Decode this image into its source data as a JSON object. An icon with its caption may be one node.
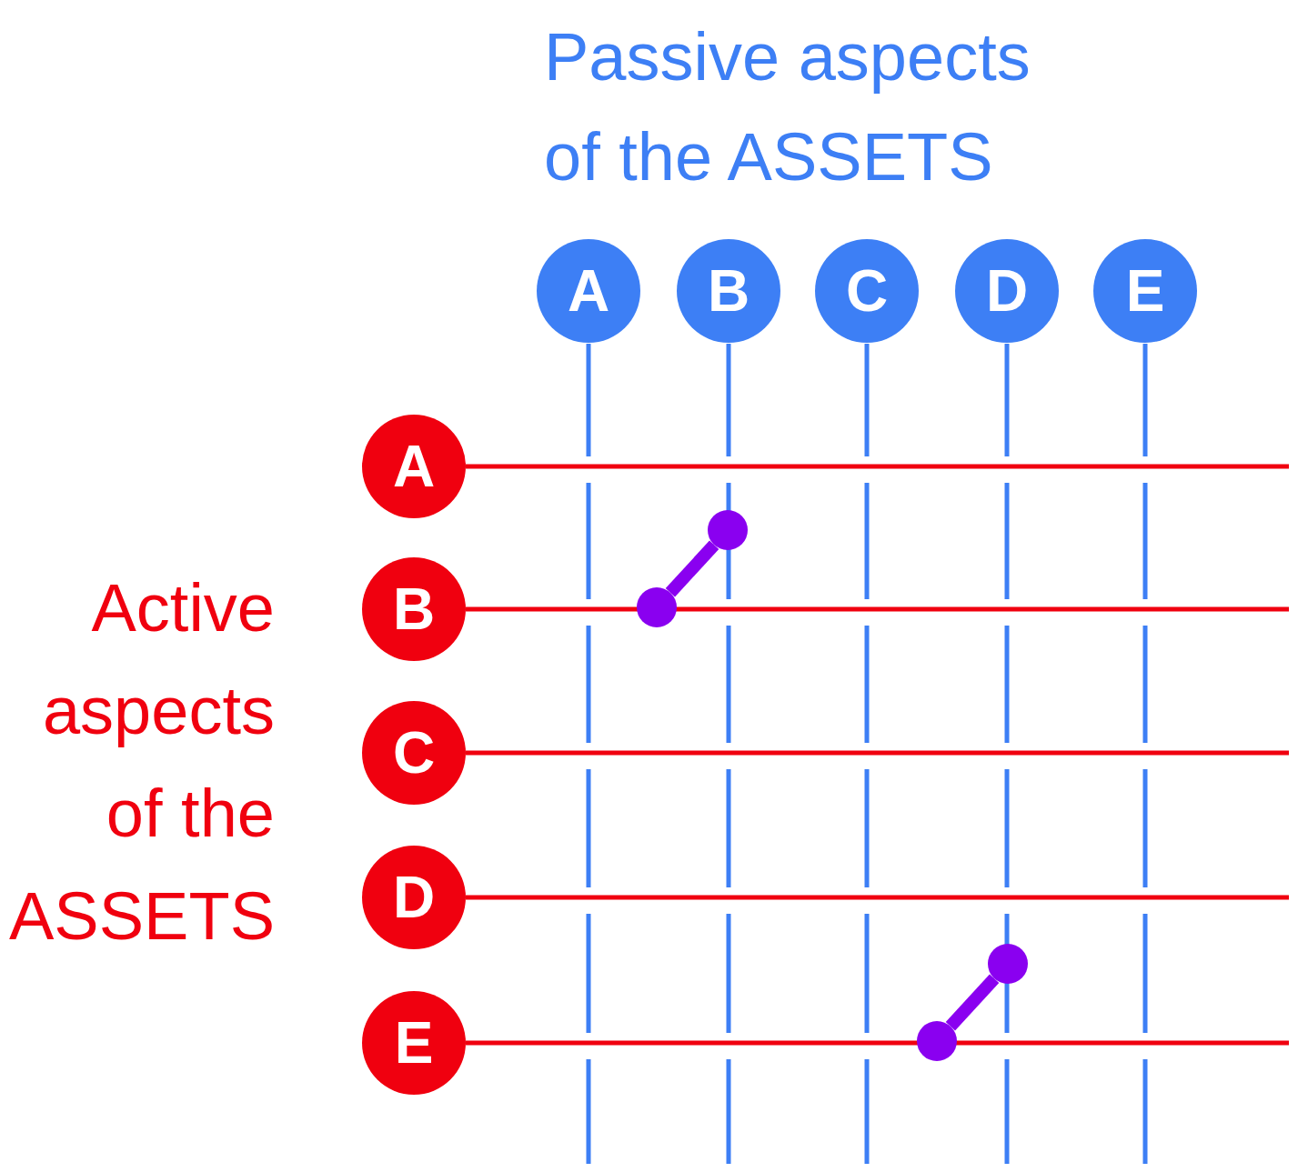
{
  "diagram": {
    "title": "Passive aspects of the ASSETS",
    "nodes": [
      {
        "text": [
          "A"
        ]
      },
      {
        "text": [
          "B"
        ]
      },
      {
        "text": [
          "C"
        ]
      },
      {
        "text": [
          "D"
        ]
      },
      {
        "text": [
          "E"
        ]
      },
      {
        "text": [
          "A"
        ]
      },
      {
        "text": [
          "B"
        ]
      },
      {
        "text": [
          "C"
        ]
      },
      {
        "text": [
          "D"
        ]
      },
      {
        "text": [
          "E"
        ]
      },
      {
        "text": [],
        "shape": "circle"
      },
      {
        "text": [],
        "shape": "circle"
      },
      {
        "text": [],
        "shape": "circle"
      },
      {
        "text": [],
        "shape": "circle"
      }
    ],
    "edges": [
      {
        "from": 0,
        "to": null,
        "arrow": "none",
        "color": "#3d7ff5"
      },
      {
        "from": 1,
        "to": null,
        "arrow": "none",
        "color": "#3d7ff5"
      },
      {
        "from": 2,
        "to": null,
        "arrow": "none",
        "color": "#3d7ff5"
      },
      {
        "from": 3,
        "to": null,
        "arrow": "none",
        "color": "#3d7ff5"
      },
      {
        "from": 4,
        "to": null,
        "arrow": "none",
        "color": "#3d7ff5"
      },
      {
        "from": 5,
        "to": null,
        "arrow": "none",
        "color": "#f0000f"
      },
      {
        "from": 6,
        "to": null,
        "arrow": "none",
        "color": "#f0000f"
      },
      {
        "from": 7,
        "to": null,
        "arrow": "none",
        "color": "#f0000f"
      },
      {
        "from": 8,
        "to": null,
        "arrow": "none",
        "color": "#f0000f"
      },
      {
        "from": 9,
        "to": null,
        "arrow": "none",
        "color": "#f0000f"
      },
      {
        "from": 10,
        "to": 11,
        "arrow": "none",
        "style": "thick",
        "color": "#8a00f0"
      },
      {
        "from": 12,
        "to": 13,
        "arrow": "none",
        "style": "thick",
        "color": "#8a00f0"
      }
    ],
    "labels": [
      "Active aspects of the ASSETS"
    ]
  }
}
